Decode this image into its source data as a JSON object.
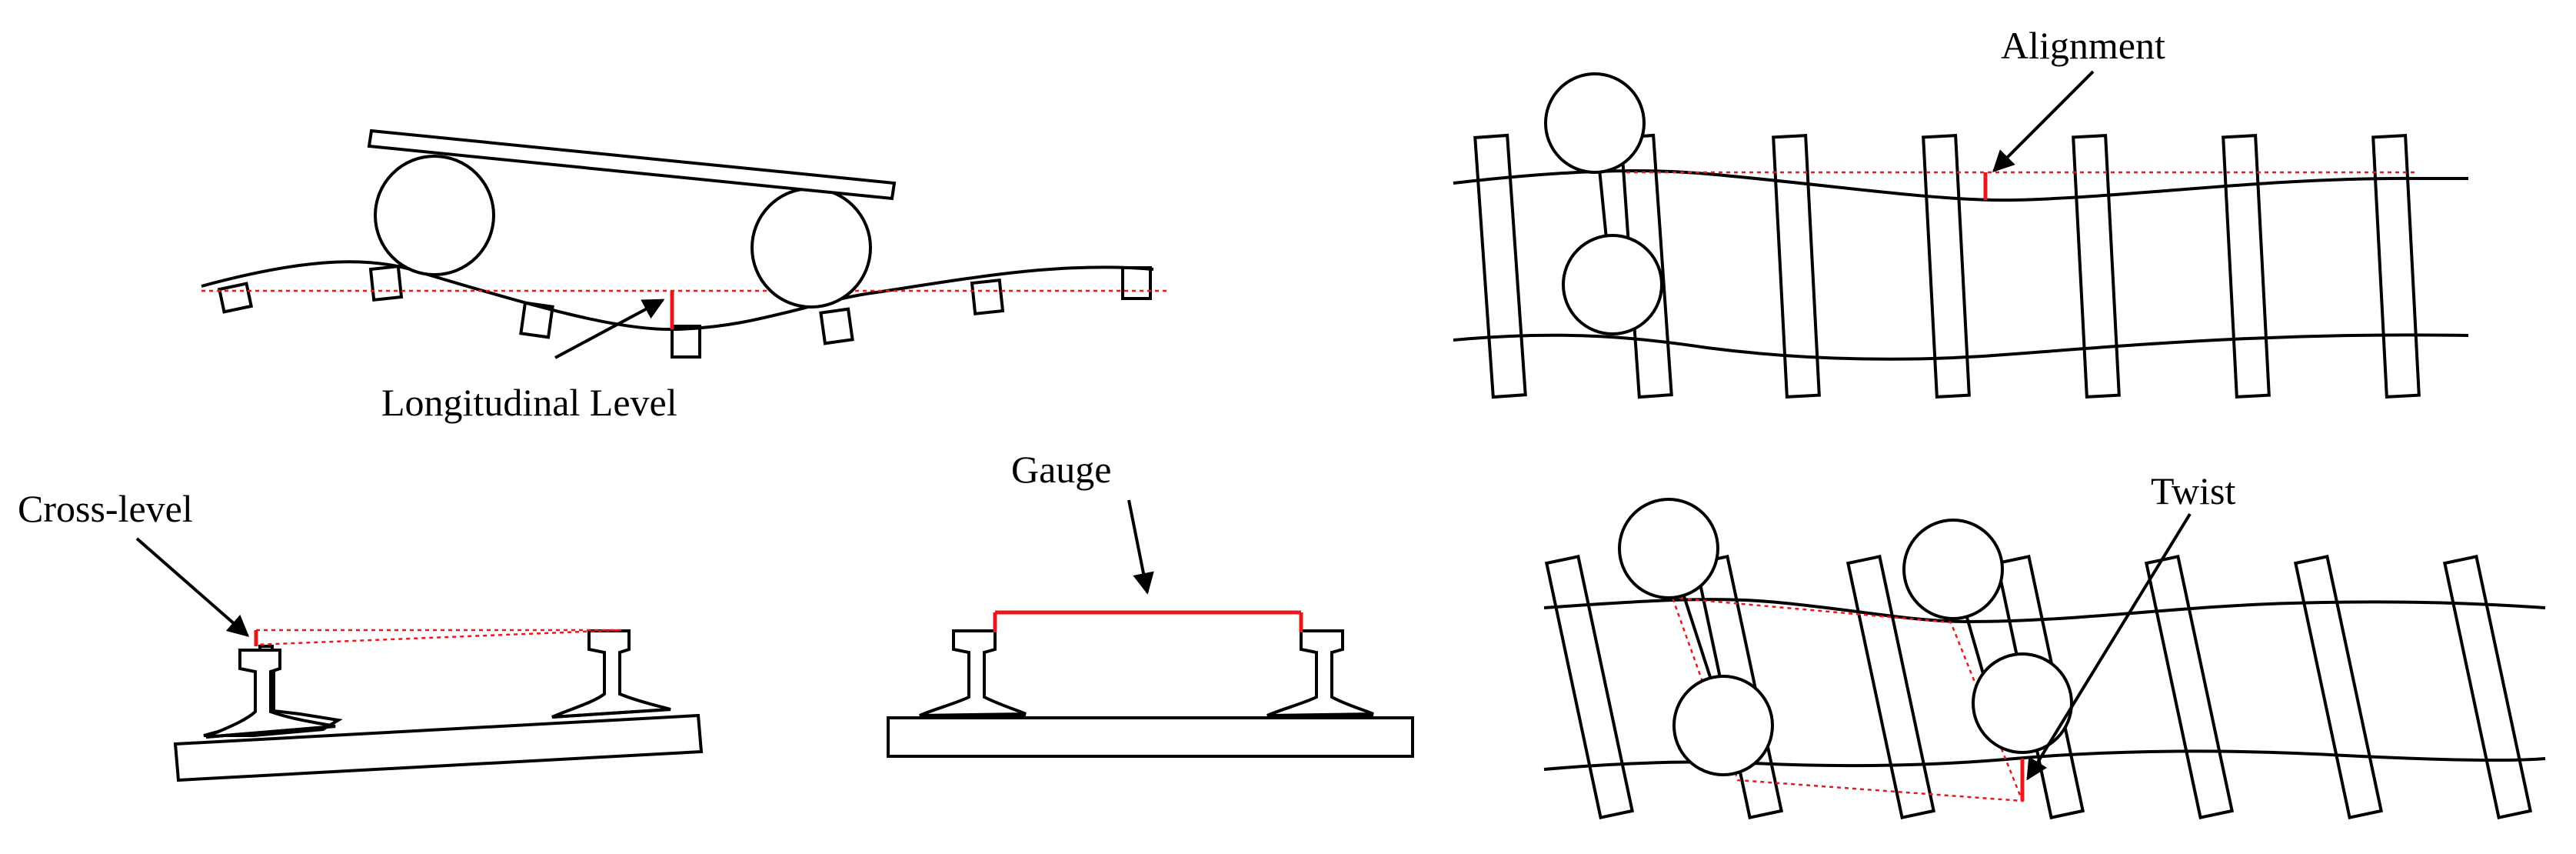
{
  "colors": {
    "accent": "#e8181e",
    "line": "#000000",
    "background": "#ffffff"
  },
  "labels": {
    "longitudinal_level": "Longitudinal Level",
    "alignment": "Alignment",
    "cross_level": "Cross-level",
    "gauge": "Gauge",
    "twist": "Twist"
  }
}
